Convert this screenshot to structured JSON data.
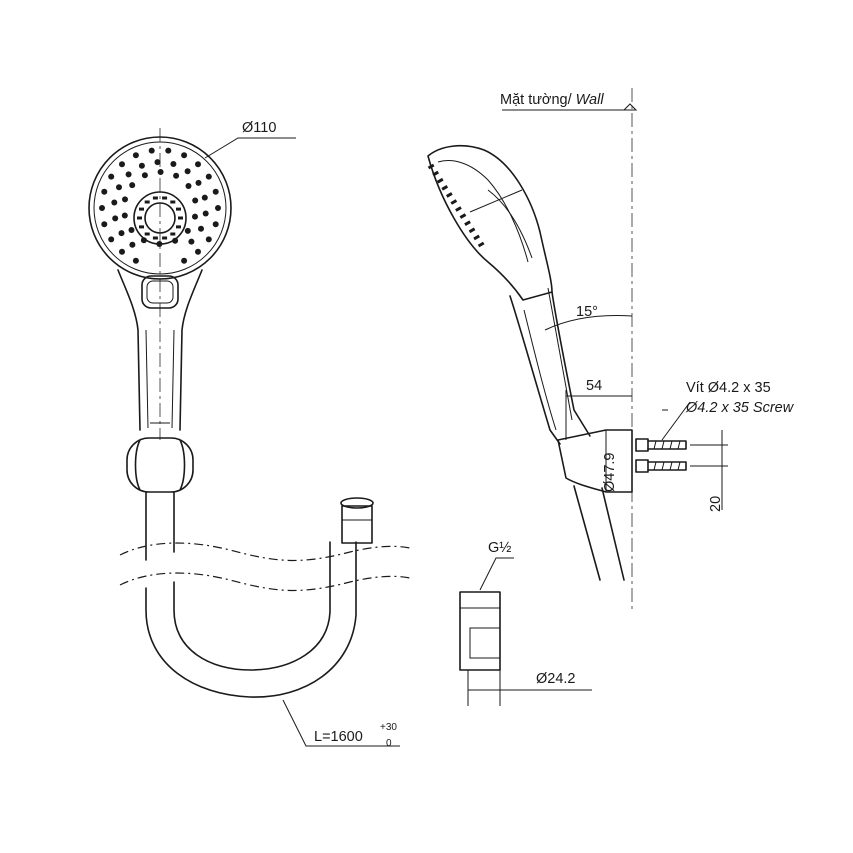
{
  "front_view": {
    "diameter_label": "Ø110",
    "hose_length_label": "L=1600",
    "hose_tol_plus": "+30",
    "hose_tol_minus": "0"
  },
  "side_view": {
    "wall_label_vi": "Mặt tường/",
    "wall_label_en": "Wall",
    "angle_label": "15°",
    "offset_label": "54",
    "screw_label_vi": "Vít Ø4.2 x 35",
    "screw_label_en": "Ø4.2 x 35 Screw",
    "holder_diameter_label": "Ø47.9",
    "screw_spacing_label": "20"
  },
  "connector_view": {
    "thread_label": "G½",
    "diameter_label": "Ø24.2"
  }
}
